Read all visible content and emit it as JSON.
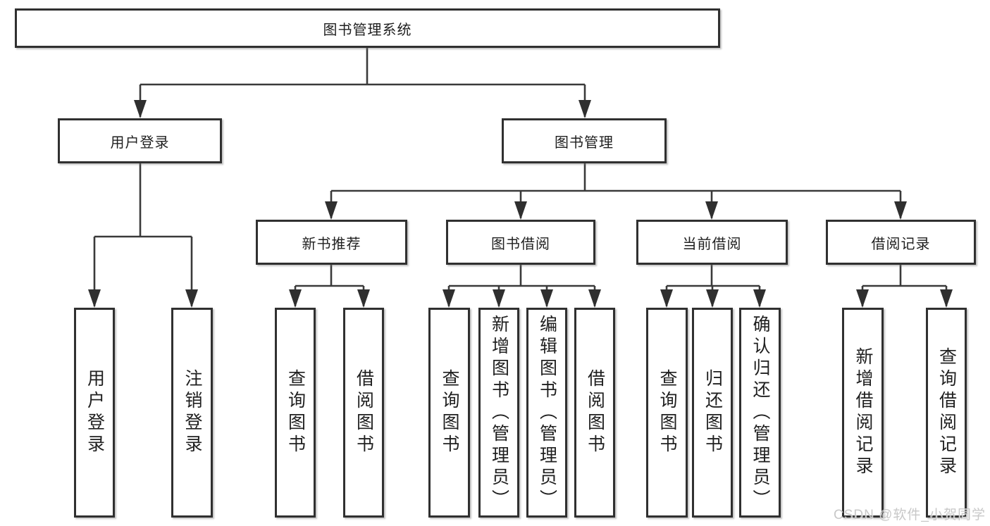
{
  "diagram": {
    "root": "图书管理系统",
    "level2": {
      "user_login": "用户登录",
      "book_mgmt": "图书管理"
    },
    "level3": {
      "new_books": "新书推荐",
      "borrowing": "图书借阅",
      "current": "当前借阅",
      "records": "借阅记录"
    },
    "leaves": {
      "user_login": "用户登录",
      "logout": "注销登录",
      "nb_query": "查询图书",
      "nb_borrow": "借阅图书",
      "bb_query": "查询图书",
      "bb_add": "新增图书（管理员）",
      "bb_edit": "编辑图书（管理员）",
      "bb_borrow": "借阅图书",
      "cb_query": "查询图书",
      "cb_return": "归还图书",
      "cb_confirm": "确认归还（管理员）",
      "br_add": "新增借阅记录",
      "br_query": "查询借阅记录"
    },
    "watermark": "CSDN @软件_小贺同学",
    "colors": {
      "line": "#3a3a3a",
      "border": "#303030",
      "text": "#1f1f1f",
      "watermark": "#c5c5c5"
    }
  }
}
